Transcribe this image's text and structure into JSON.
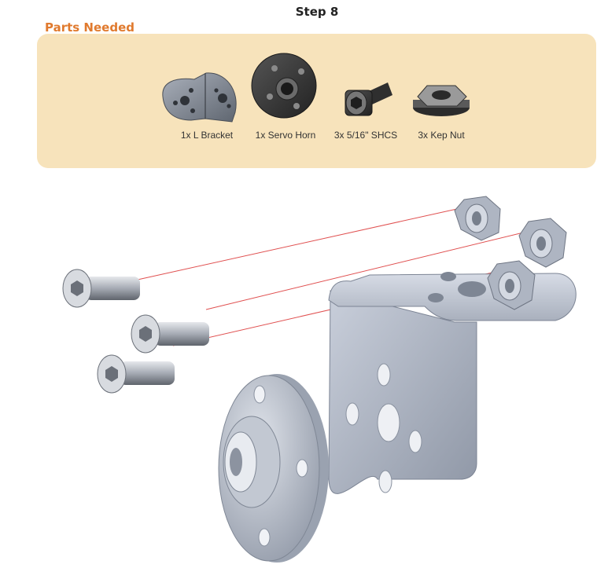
{
  "step": {
    "title": "Step 8"
  },
  "parts": {
    "heading": "Parts Needed",
    "items": [
      {
        "name": "l-bracket",
        "label": "1x L Bracket"
      },
      {
        "name": "servo-horn",
        "label": "1x Servo Horn"
      },
      {
        "name": "shcs",
        "label": "3x 5/16\" SHCS"
      },
      {
        "name": "kep-nut",
        "label": "3x Kep Nut"
      }
    ]
  },
  "colors": {
    "heading": "#e07a2e",
    "panel": "#f7e3bb",
    "metal": "#b4bccb",
    "alignment_line": "#e05050"
  },
  "icons": [
    "l-bracket-icon",
    "servo-horn-icon",
    "socket-head-cap-screw-icon",
    "kep-nut-icon"
  ]
}
